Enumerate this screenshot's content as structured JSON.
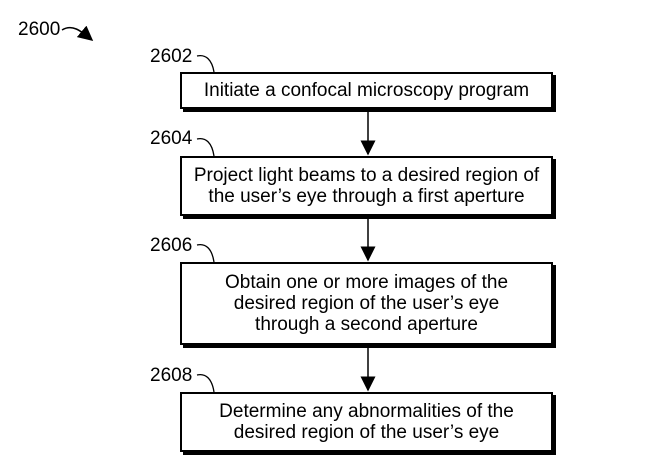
{
  "figure_label": "2600",
  "steps": [
    {
      "ref": "2602",
      "text": "Initiate a confocal microscopy program"
    },
    {
      "ref": "2604",
      "text": "Project light beams to a desired region of the user’s eye through a first aperture"
    },
    {
      "ref": "2606",
      "text": "Obtain one or more images of the desired region of the user’s eye through a second aperture"
    },
    {
      "ref": "2608",
      "text": "Determine any abnormalities of the desired region of the user’s eye"
    }
  ]
}
